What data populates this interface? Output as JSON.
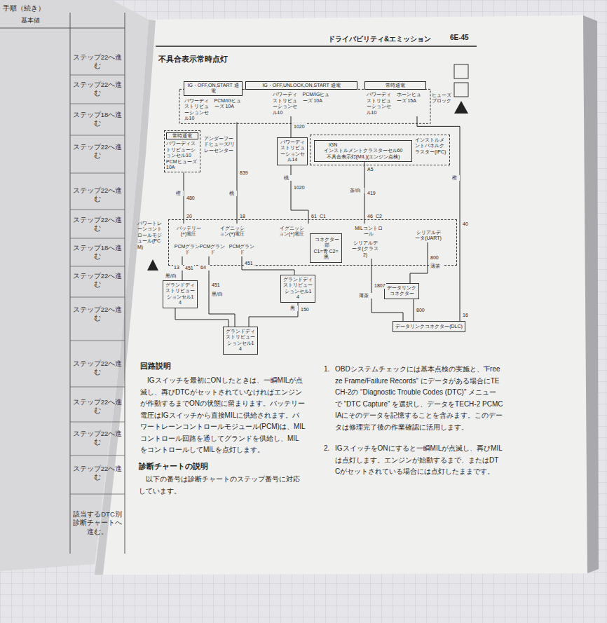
{
  "diagram": {
    "title": "不具合表示常時点灯",
    "nodes": [
      {
        "text": [
          "IG・OFF,ON,START 通電",
          "パワーディストリビューションセル10",
          "PCM/IGヒューズ 10A"
        ]
      },
      {
        "text": [
          "IG・OFF,UNLOCK,ON,START 通電",
          "パワーディストリビューションセル10",
          "PCM/IGヒューズ 10A"
        ]
      },
      {
        "text": [
          "常時通電",
          "パワーディストリビューションセル10",
          "ホーンヒューズ 15A"
        ]
      },
      {
        "text": [
          "常時通電",
          "パワーディストリビューションセル10",
          "PCMヒューズ 10A"
        ]
      },
      {
        "text": [
          "パワーディストリビューションセル14"
        ]
      },
      {
        "text": [
          "インストルメントパネルクラスター(IPC)"
        ]
      },
      {
        "text": [
          "IGN",
          "インストルメントクラスターセル60",
          "不具合表示灯(MIL)(エンジン点検)"
        ],
        "in": 5
      },
      {
        "text": [
          "パワートレーンコントロールモジュール(PCM)"
        ]
      },
      {
        "text": [
          "バッテリー(+)電圧"
        ],
        "in": 7
      },
      {
        "text": [
          "イグニッション(+)電圧"
        ],
        "in": 7
      },
      {
        "text": [
          "イグニッション(+)電圧"
        ],
        "in": 7
      },
      {
        "text": [
          "コネクター部",
          "C1=青 C2=黒"
        ],
        "in": 7
      },
      {
        "text": [
          "MILコントロール"
        ],
        "in": 7
      },
      {
        "text": [
          "PCMグランド"
        ],
        "in": 7
      },
      {
        "text": [
          "PCMグランド"
        ],
        "in": 7
      },
      {
        "text": [
          "PCMグランド"
        ],
        "in": 7
      },
      {
        "text": [
          "シリアルデータ(クラス2)"
        ],
        "in": 7
      },
      {
        "text": [
          "シリアルデータ(UART)"
        ],
        "in": 7
      },
      {
        "text": [
          "グランドディストリビューションセル14"
        ]
      },
      {
        "text": [
          "グランドディストリビューションセル14"
        ]
      },
      {
        "text": [
          "データリンクコネクター"
        ]
      },
      {
        "text": [
          "グランドディストリビューションセル14"
        ]
      },
      {
        "text": [
          "データリンクコネクター(DLC)"
        ]
      }
    ],
    "edges": [
      {
        "from": 3,
        "to": 8,
        "arrow": "none",
        "label": "480"
      },
      {
        "from": 0,
        "to": 9,
        "arrow": "none",
        "label": "839"
      },
      {
        "from": 1,
        "to": 4,
        "arrow": "none",
        "label": "1020"
      },
      {
        "from": 4,
        "to": 10,
        "arrow": "none",
        "label": "1020"
      },
      {
        "from": 6,
        "to": 12,
        "arrow": "none",
        "label": "419"
      },
      {
        "from": 2,
        "to": 22,
        "arrow": "none",
        "label": "40"
      },
      {
        "from": 16,
        "to": 22,
        "arrow": "none",
        "label": "1807"
      },
      {
        "from": 17,
        "to": 20,
        "arrow": "none",
        "label": "800"
      },
      {
        "from": 20,
        "to": 22,
        "arrow": "none",
        "label": "800"
      },
      {
        "from": 13,
        "to": 18,
        "arrow": "none",
        "label": "451"
      },
      {
        "from": 14,
        "to": 21,
        "arrow": "none",
        "label": "451"
      },
      {
        "from": 15,
        "to": 19,
        "arrow": "none",
        "label": "451"
      },
      {
        "from": 19,
        "to": 21,
        "arrow": "none",
        "label": "150"
      },
      {
        "from": 18,
        "to": 21,
        "arrow": "none"
      }
    ],
    "labels": [
      "手順（続き）",
      "基本値",
      "ステップ22へ進む",
      "ステップ22へ進む",
      "ステップ18へ進む",
      "ステップ22へ進む",
      "ステップ22へ進む",
      "ステップ22へ進む",
      "ステップ18へ進む",
      "ステップ22へ進む",
      "ステップ22へ進む",
      "ステップ22へ進む",
      "ステップ22へ進む",
      "ステップ22へ進む",
      "ステップ22へ進む",
      "該当するDTC別診断チャートへ進む。",
      "ドライバビリティ&エミッション",
      "6E-45",
      "ヒューズブロック",
      "アンダーフードヒューズ/リレーセンター",
      "橙",
      "桃",
      "桃",
      "茶/白",
      "A5",
      "橙",
      "20",
      "18",
      "61",
      "C1",
      "46",
      "C2",
      "13",
      "64",
      "黒/白",
      "黒/白",
      "薄茶",
      "薄茶",
      "黒",
      "16",
      "回路説明",
      "IGスイッチを最初にONしたときは、一瞬MILが点滅し、再びDTCがセットされていなければエンジンが作動するまでONの状態に留まります。バッテリー電圧はIGスイッチから直接MILに供給されます。パワートレーンコントロールモジュール(PCM)は、MILコントロール回路を通してグランドを供給し、MILをコントロールしてMILを点灯します。",
      "診断チャートの説明",
      "以下の番号は診断チャートのステップ番号に対応しています。",
      "1.",
      "OBDシステムチェックには基本点検の実施と、“Freeze Frame/Failure Records” にデータがある場合にTECH-2の “Diagnostic Trouble Codes (DTC)” メニューで “DTC Capture” を選択し、データをTECH-2 PCMCIAにそのデータを記憶することを含みます。このデータは修理完了後の作業確認に活用します。",
      "2.",
      "IGスイッチをONにすると一瞬MILが点滅し、再びMILは点灯します。エンジンが始動するまで、またはDTCがセットされている場合には点灯したままです。"
    ]
  }
}
